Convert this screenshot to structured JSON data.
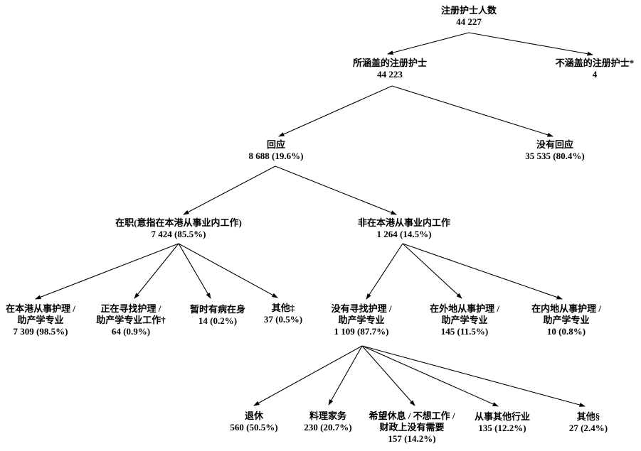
{
  "diagram": {
    "background_color": "#ffffff",
    "line_color": "#000000",
    "text_color": "#000000",
    "nodes": {
      "root": {
        "lines": [
          "注册护士人数",
          "44 227"
        ]
      },
      "covered": {
        "lines": [
          "所涵盖的注册护士",
          "44 223"
        ]
      },
      "not_covered": {
        "lines": [
          "不涵盖的注册护士*",
          "4"
        ]
      },
      "responded": {
        "lines": [
          "回应",
          "8 688 (19.6%)"
        ]
      },
      "no_response": {
        "lines": [
          "没有回应",
          "35 535 (80.4%)"
        ]
      },
      "employed": {
        "lines": [
          "在职(意指在本港从事业内工作)",
          "7 424 (85.5%)"
        ]
      },
      "not_in_hk": {
        "lines": [
          "非在本港从事业内工作",
          "1 264 (14.5%)"
        ]
      },
      "nursing_in_hk": {
        "lines": [
          "在本港从事护理 /",
          "助产学专业",
          "7 309 (98.5%)"
        ]
      },
      "seeking_work": {
        "lines": [
          "正在寻找护理 /",
          "助产学专业工作†",
          "64 (0.9%)"
        ]
      },
      "temporarily_ill": {
        "lines": [
          "暂时有病在身",
          "14 (0.2%)"
        ]
      },
      "others_employed": {
        "lines": [
          "其他‡",
          "37 (0.5%)"
        ]
      },
      "not_seeking": {
        "lines": [
          "没有寻找护理 /",
          "助产学专业",
          "1 109 (87.7%)"
        ]
      },
      "overseas": {
        "lines": [
          "在外地从事护理 /",
          "助产学专业",
          "145 (11.5%)"
        ]
      },
      "mainland": {
        "lines": [
          "在内地从事护理 /",
          "助产学专业",
          "10 (0.8%)"
        ]
      },
      "retired": {
        "lines": [
          "退休",
          "560 (50.5%)"
        ]
      },
      "housework": {
        "lines": [
          "料理家务",
          "230 (20.7%)"
        ]
      },
      "wish_to_rest": {
        "lines": [
          "希望休息 / 不想工作 /",
          "财政上没有需要",
          "157 (14.2%)"
        ]
      },
      "other_industry": {
        "lines": [
          "从事其他行业",
          "135 (12.2%)"
        ]
      },
      "others_other": {
        "lines": [
          "其他§",
          "27 (2.4%)"
        ]
      }
    }
  }
}
